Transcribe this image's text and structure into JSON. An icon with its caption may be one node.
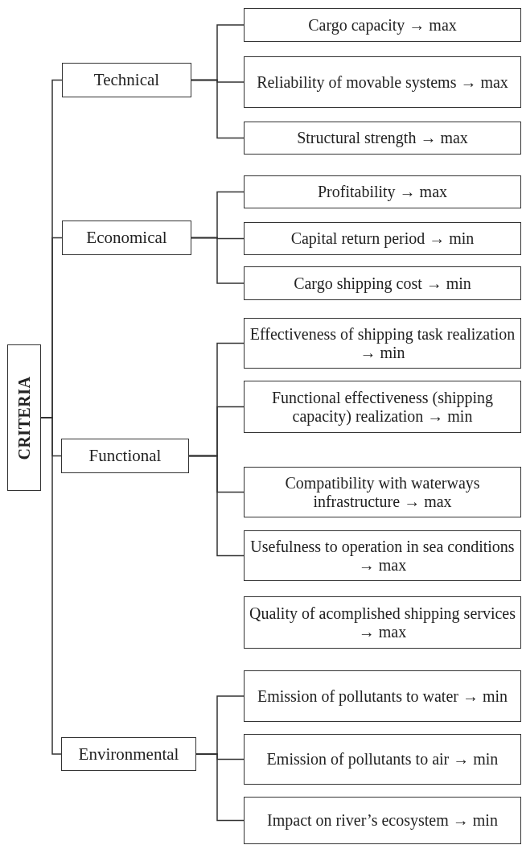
{
  "diagram": {
    "nodes": [
      {
        "text": [
          "CRITERIA"
        ]
      },
      {
        "text": [
          "Technical"
        ]
      },
      {
        "text": [
          "Cargo capacity → max"
        ]
      },
      {
        "text": [
          "Reliability of movable systems → max"
        ]
      },
      {
        "text": [
          "Structural strength → max"
        ]
      },
      {
        "text": [
          "Economical"
        ]
      },
      {
        "text": [
          "Profitability → max"
        ]
      },
      {
        "text": [
          "Capital return period → min"
        ]
      },
      {
        "text": [
          "Cargo shipping cost → min"
        ]
      },
      {
        "text": [
          "Functional"
        ]
      },
      {
        "text": [
          "Effectiveness of shipping task realization → min"
        ]
      },
      {
        "text": [
          "Functional effectiveness (shipping capacity) realization → min"
        ]
      },
      {
        "text": [
          "Compatibility with waterways infrastructure → max"
        ]
      },
      {
        "text": [
          "Usefulness to operation in sea conditions → max"
        ]
      },
      {
        "text": [
          "Quality of acomplished shipping services → max"
        ]
      },
      {
        "text": [
          "Environmental"
        ]
      },
      {
        "text": [
          "Emission of pollutants to water → min"
        ]
      },
      {
        "text": [
          "Emission of pollutants to air → min"
        ]
      },
      {
        "text": [
          "Impact on river’s ecosystem → min"
        ]
      }
    ],
    "edges": [
      {
        "from": 0,
        "to": 1,
        "arrow": "none"
      },
      {
        "from": 0,
        "to": 5,
        "arrow": "none"
      },
      {
        "from": 0,
        "to": 9,
        "arrow": "none"
      },
      {
        "from": 0,
        "to": 15,
        "arrow": "none"
      },
      {
        "from": 1,
        "to": 2,
        "arrow": "none"
      },
      {
        "from": 1,
        "to": 3,
        "arrow": "none"
      },
      {
        "from": 1,
        "to": 4,
        "arrow": "none"
      },
      {
        "from": 5,
        "to": 6,
        "arrow": "none"
      },
      {
        "from": 5,
        "to": 7,
        "arrow": "none"
      },
      {
        "from": 5,
        "to": 8,
        "arrow": "none"
      },
      {
        "from": 9,
        "to": 10,
        "arrow": "none"
      },
      {
        "from": 9,
        "to": 11,
        "arrow": "none"
      },
      {
        "from": 9,
        "to": 12,
        "arrow": "none"
      },
      {
        "from": 9,
        "to": 13,
        "arrow": "none"
      },
      {
        "from": 15,
        "to": 16,
        "arrow": "none"
      },
      {
        "from": 15,
        "to": 17,
        "arrow": "none"
      },
      {
        "from": 15,
        "to": 18,
        "arrow": "none"
      }
    ]
  }
}
